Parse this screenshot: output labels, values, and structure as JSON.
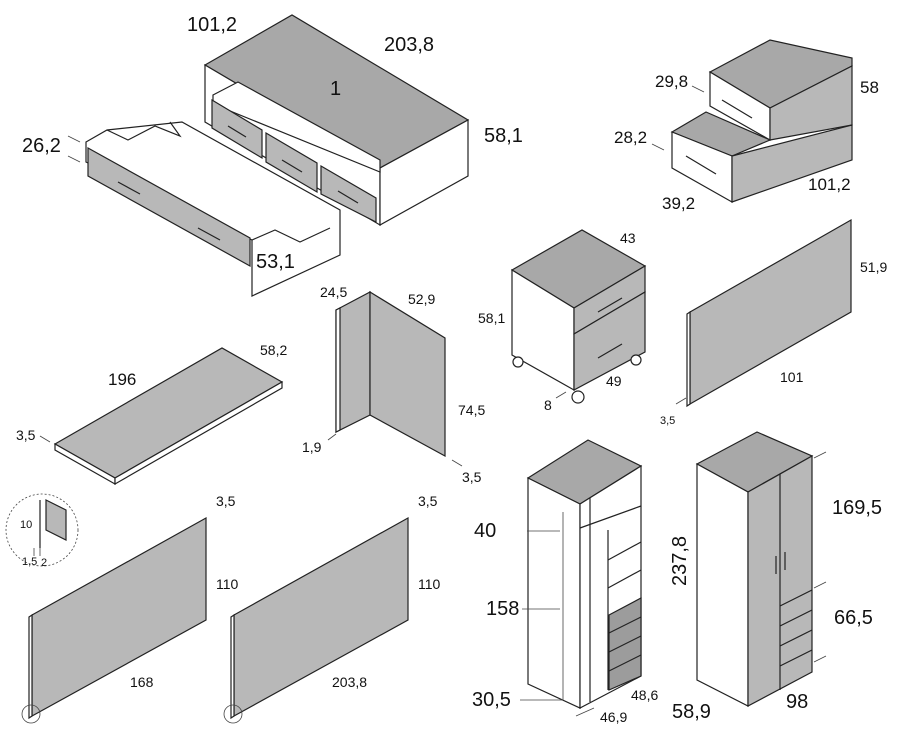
{
  "colors": {
    "panel_top": "#a8a8a8",
    "panel_front": "#b8b8b8",
    "outline": "#222222",
    "background": "#ffffff"
  },
  "bed_unit": {
    "w": "101,2",
    "l": "203,8",
    "number": "1",
    "h": "58,1"
  },
  "trundle": {
    "h": "26,2",
    "w": "53,1"
  },
  "step_drawers": {
    "top_h": "29,8",
    "bottom_h": "28,2",
    "depth": "39,2",
    "w": "58",
    "l": "101,2"
  },
  "nightstand": {
    "d": "43",
    "h": "58,1",
    "w": "49",
    "wheel": "8"
  },
  "headboard_panel": {
    "h": "51,9",
    "w": "101",
    "t": "3,5"
  },
  "shelf": {
    "l": "196",
    "w": "58,2",
    "t": "3,5"
  },
  "corner_panel": {
    "a": "24,5",
    "b": "52,9",
    "h": "74,5",
    "t1": "1,9",
    "t2": "3,5"
  },
  "detail": {
    "h": "10",
    "a": "1,5",
    "b": "2"
  },
  "wall_panel_1": {
    "t": "3,5",
    "h": "110",
    "w": "168"
  },
  "wall_panel_2": {
    "t": "3,5",
    "h": "110",
    "w": "203,8"
  },
  "wardrobe_open": {
    "a": "40",
    "b": "158",
    "c": "30,5",
    "d": "48,6",
    "e": "46,9"
  },
  "wardrobe_closed": {
    "h": "237,8",
    "top": "169,5",
    "drawers": "66,5",
    "d": "58,9",
    "w": "98"
  }
}
